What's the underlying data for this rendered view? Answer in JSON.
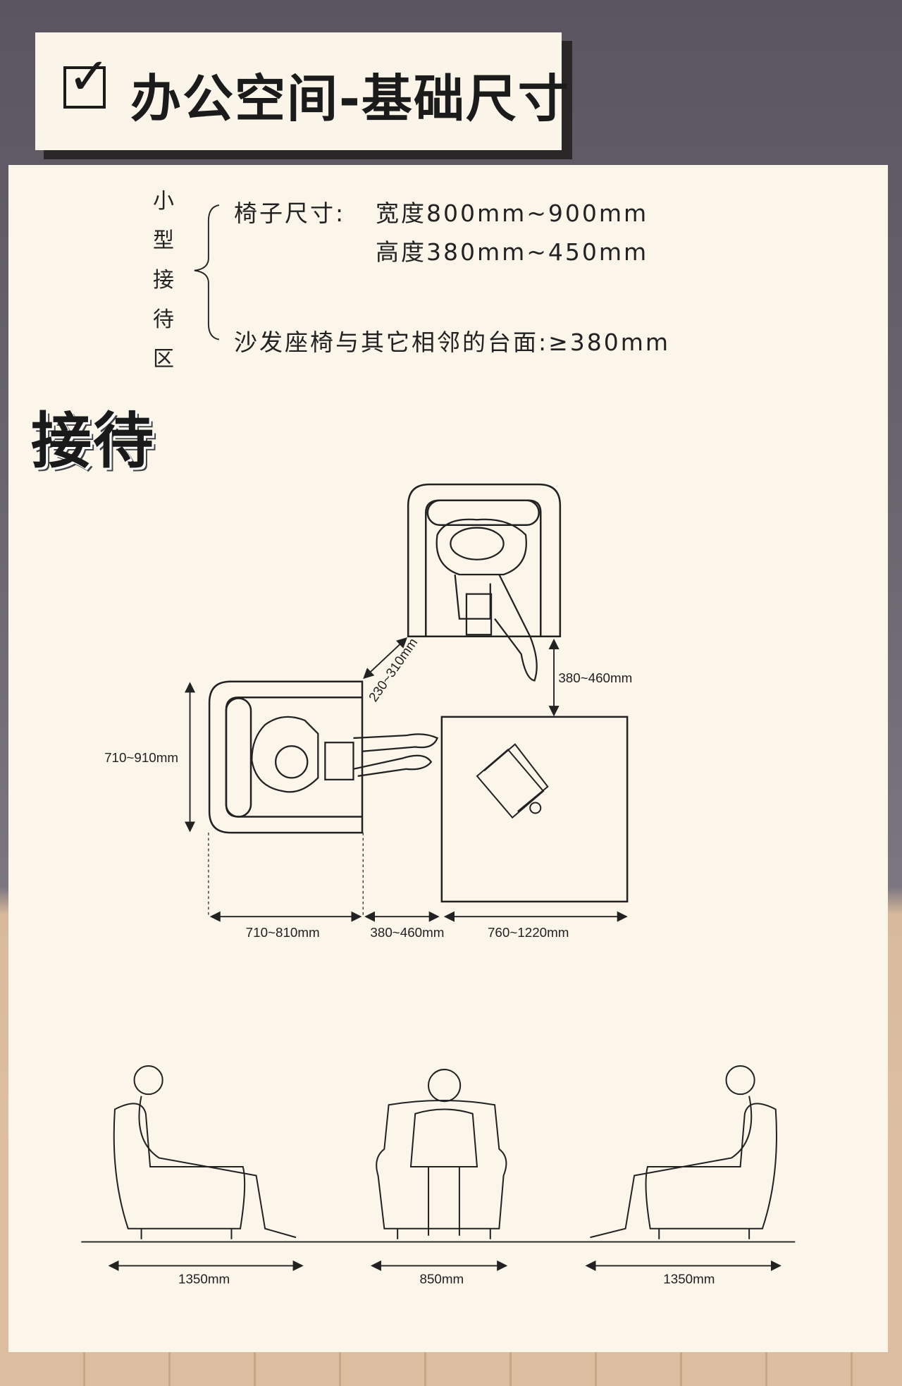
{
  "title": "办公空间-基础尺寸",
  "title_icon": "checkbox-icon",
  "section_label": "小型接待区",
  "specs": {
    "chair_size_label": "椅子尺寸:",
    "width": "宽度800mm~900mm",
    "height": "高度380mm~450mm",
    "clearance": "沙发座椅与其它相邻的台面:≥380mm"
  },
  "heading": "接待",
  "plan": {
    "depth": "710~910mm",
    "diagonal_gap": "230~310mm",
    "chair_to_table": "380~460mm",
    "chair_width": "710~810mm",
    "gap": "380~460mm",
    "table_width": "760~1220mm"
  },
  "elevation": {
    "left": "1350mm",
    "center": "850mm",
    "right": "1350mm"
  }
}
